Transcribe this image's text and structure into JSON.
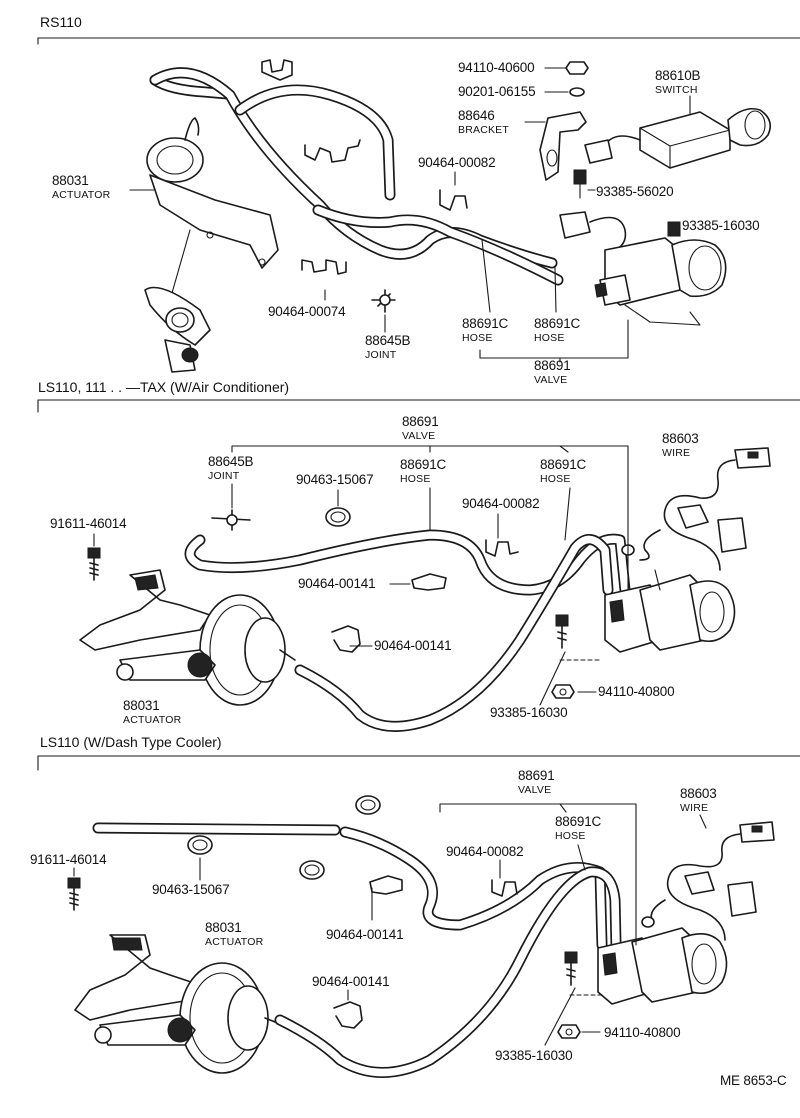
{
  "sections": {
    "s1": {
      "title": "RS110"
    },
    "s2": {
      "title": "LS110, 111 . . —TAX (W/Air Conditioner)"
    },
    "s3": {
      "title": "LS110 (W/Dash Type Cooler)"
    }
  },
  "s1": {
    "actuator": {
      "num": "88031",
      "cap": "ACTUATOR"
    },
    "switch": {
      "num": "88610B",
      "cap": "SWITCH"
    },
    "bracket": {
      "num": "88646",
      "cap": "BRACKET"
    },
    "nut": {
      "num": "94110-40600"
    },
    "washer": {
      "num": "90201-06155"
    },
    "clip1": {
      "num": "90464-00082"
    },
    "screw1": {
      "num": "93385-56020"
    },
    "screw2": {
      "num": "93385-16030"
    },
    "clip2": {
      "num": "90464-00074"
    },
    "joint": {
      "num": "88645B",
      "cap": "JOINT"
    },
    "hose1": {
      "num": "88691C",
      "cap": "HOSE"
    },
    "hose2": {
      "num": "88691C",
      "cap": "HOSE"
    },
    "valve": {
      "num": "88691",
      "cap": "VALVE"
    }
  },
  "s2": {
    "valve": {
      "num": "88691",
      "cap": "VALVE"
    },
    "wire": {
      "num": "88603",
      "cap": "WIRE"
    },
    "joint": {
      "num": "88645B",
      "cap": "JOINT"
    },
    "clamp": {
      "num": "90463-15067"
    },
    "hose1": {
      "num": "88691C",
      "cap": "HOSE"
    },
    "hose2": {
      "num": "88691C",
      "cap": "HOSE"
    },
    "screw_a": {
      "num": "91611-46014"
    },
    "clip82": {
      "num": "90464-00082"
    },
    "clip141a": {
      "num": "90464-00141"
    },
    "clip141b": {
      "num": "90464-00141"
    },
    "actuator": {
      "num": "88031",
      "cap": "ACTUATOR"
    },
    "screw_b": {
      "num": "93385-16030"
    },
    "nut": {
      "num": "94110-40800"
    }
  },
  "s3": {
    "valve": {
      "num": "88691",
      "cap": "VALVE"
    },
    "wire": {
      "num": "88603",
      "cap": "WIRE"
    },
    "hose": {
      "num": "88691C",
      "cap": "HOSE"
    },
    "clip82": {
      "num": "90464-00082"
    },
    "screw_a": {
      "num": "91611-46014"
    },
    "clamp": {
      "num": "90463-15067"
    },
    "actuator": {
      "num": "88031",
      "cap": "ACTUATOR"
    },
    "clip141a": {
      "num": "90464-00141"
    },
    "clip141b": {
      "num": "90464-00141"
    },
    "nut": {
      "num": "94110-40800"
    },
    "screw_b": {
      "num": "93385-16030"
    }
  },
  "footer": {
    "code": "ME  8653-C"
  }
}
